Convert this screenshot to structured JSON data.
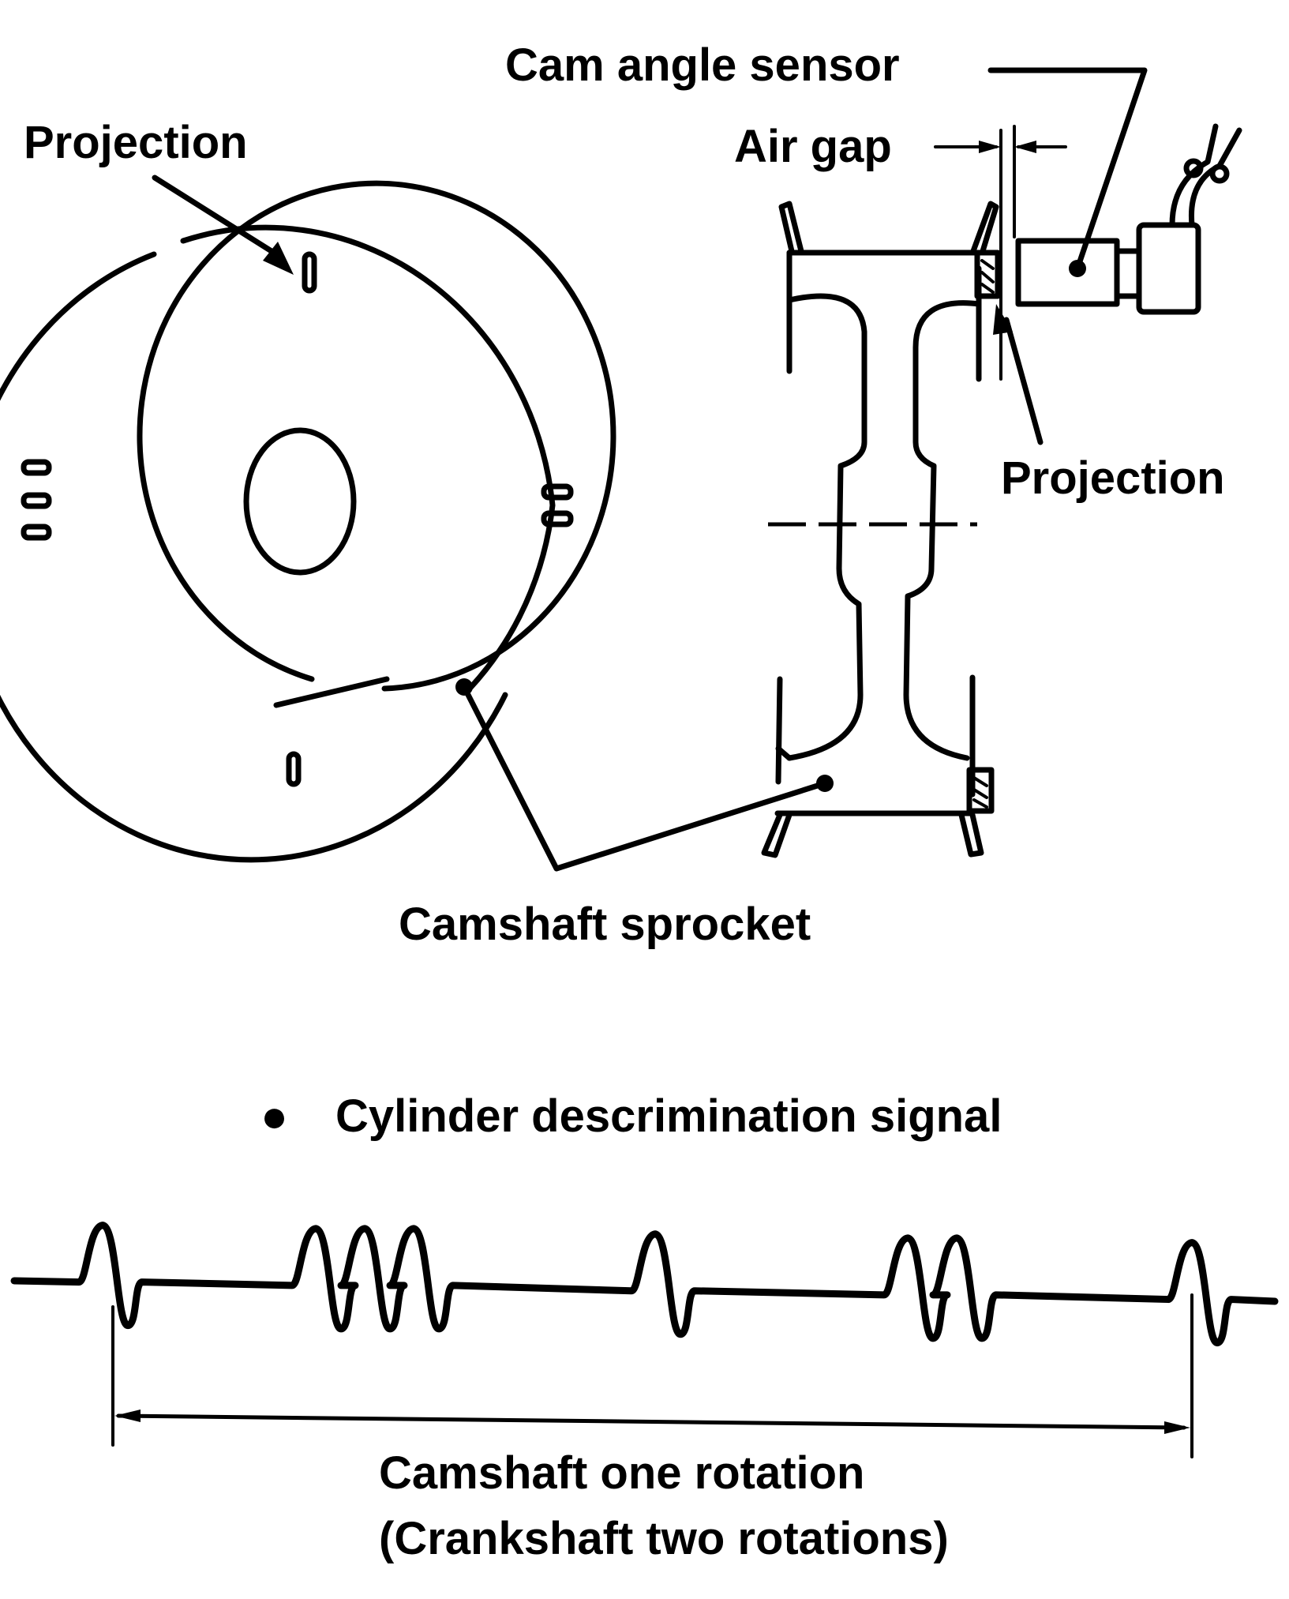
{
  "diagram": {
    "labels": {
      "cam_angle_sensor": "Cam angle sensor",
      "projection_front": "Projection",
      "air_gap": "Air gap",
      "projection_side": "Projection",
      "camshaft_sprocket": "Camshaft sprocket",
      "signal_title": "Cylinder descrimination signal",
      "rotation_line1": "Camshaft one rotation",
      "rotation_line2": "(Crankshaft two rotations)"
    },
    "signal": {
      "pulse_groups": [
        1,
        3,
        1,
        2,
        1
      ],
      "bullet": "●"
    },
    "front_view": {
      "projection_groups": [
        {
          "position": "top",
          "count": 1
        },
        {
          "position": "left",
          "count": 3
        },
        {
          "position": "right",
          "count": 2
        },
        {
          "position": "bottom",
          "count": 1
        }
      ]
    },
    "colors": {
      "ink": "#000000",
      "paper": "#ffffff"
    }
  }
}
